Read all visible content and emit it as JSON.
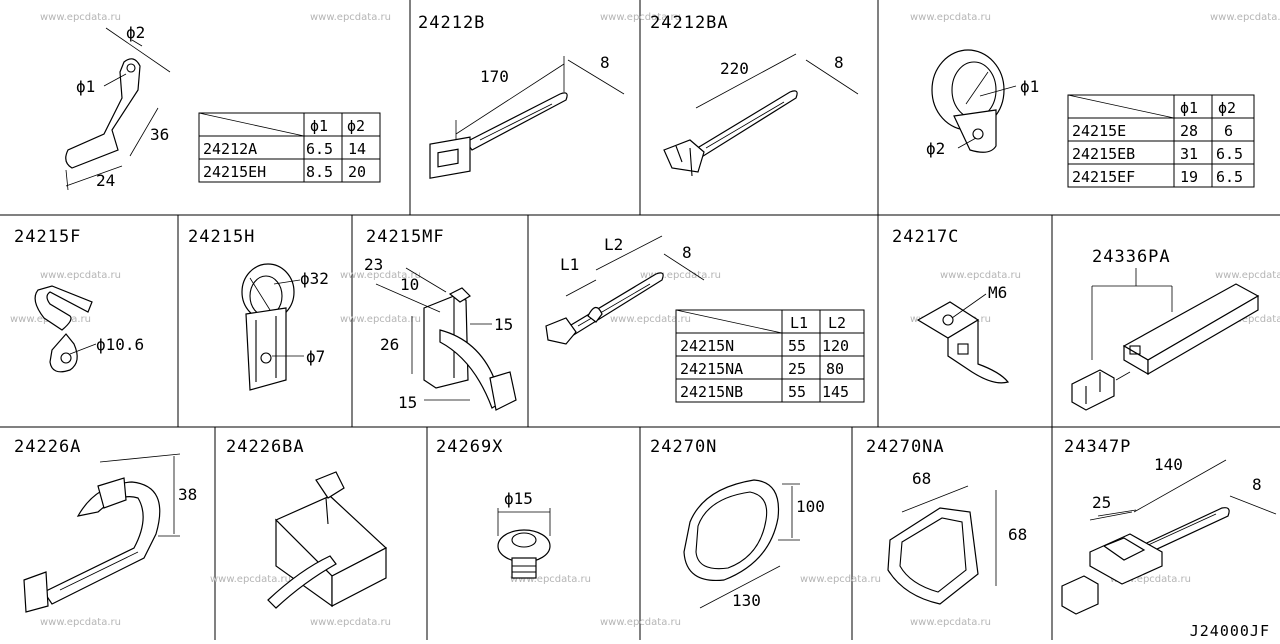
{
  "watermark": "www.epcdata.ru",
  "drawing_code": "J24000JF",
  "parts": {
    "p24212A": {
      "dims": {
        "d1": "ϕ1",
        "d2": "ϕ2",
        "h": "36",
        "w": "24"
      },
      "table": {
        "h1": "ϕ1",
        "h2": "ϕ2",
        "rows": [
          [
            "24212A",
            "6.5",
            "14"
          ],
          [
            "24215EH",
            "8.5",
            "20"
          ]
        ]
      }
    },
    "p24212B": {
      "label": "24212B",
      "dims": {
        "len": "170",
        "wid": "8"
      }
    },
    "p24212BA": {
      "label": "24212BA",
      "dims": {
        "len": "220",
        "wid": "8"
      }
    },
    "p24215E": {
      "dims": {
        "d1": "ϕ1",
        "d2": "ϕ2"
      },
      "table": {
        "h1": "ϕ1",
        "h2": "ϕ2",
        "rows": [
          [
            "24215E",
            "28",
            "6"
          ],
          [
            "24215EB",
            "31",
            "6.5"
          ],
          [
            "24215EF",
            "19",
            "6.5"
          ]
        ]
      }
    },
    "p24215F": {
      "label": "24215F",
      "dims": {
        "d": "ϕ10.6"
      }
    },
    "p24215H": {
      "label": "24215H",
      "dims": {
        "d1": "ϕ32",
        "d2": "ϕ7"
      }
    },
    "p24215MF": {
      "label": "24215MF",
      "dims": {
        "a": "23",
        "b": "10",
        "c": "15",
        "d": "26",
        "e": "15"
      }
    },
    "p24215N": {
      "dims": {
        "l1": "L1",
        "l2": "L2",
        "w": "8"
      },
      "table": {
        "h1": "L1",
        "h2": "L2",
        "rows": [
          [
            "24215N",
            "55",
            "120"
          ],
          [
            "24215NA",
            "25",
            "80"
          ],
          [
            "24215NB",
            "55",
            "145"
          ]
        ]
      }
    },
    "p24217C": {
      "label": "24217C",
      "dims": {
        "m": "M6"
      }
    },
    "p24336PA": {
      "label": "24336PA"
    },
    "p24226A": {
      "label": "24226A",
      "dims": {
        "h": "38"
      }
    },
    "p24226BA": {
      "label": "24226BA"
    },
    "p24269X": {
      "label": "24269X",
      "dims": {
        "d": "ϕ15"
      }
    },
    "p24270N": {
      "label": "24270N",
      "dims": {
        "h": "100",
        "w": "130"
      }
    },
    "p24270NA": {
      "label": "24270NA",
      "dims": {
        "w": "68",
        "h": "68"
      }
    },
    "p24347P": {
      "label": "24347P",
      "dims": {
        "a": "25",
        "b": "140",
        "c": "8"
      }
    }
  }
}
